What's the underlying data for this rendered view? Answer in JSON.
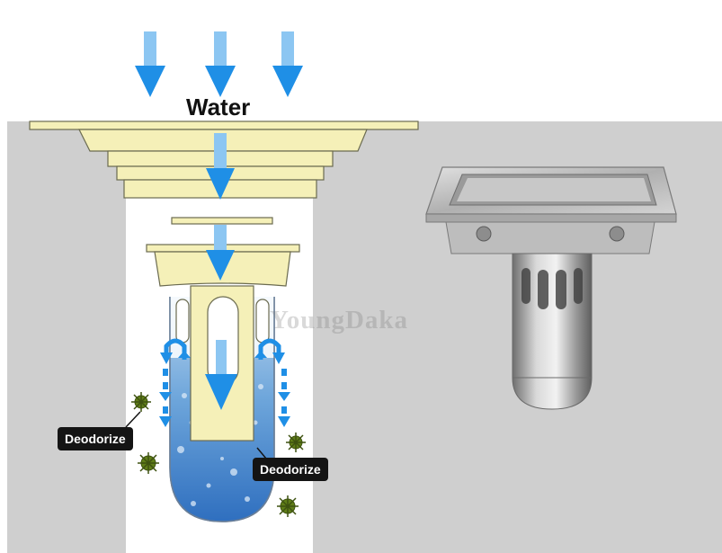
{
  "labels": {
    "water": "Water",
    "deodorize_left": "Deodorize",
    "deodorize_right": "Deodorize"
  },
  "watermark": "YoungDaka",
  "colors": {
    "background_panel": "#cfcfcf",
    "floor_drain_yellow": "#f5f0b8",
    "water_blue": "#3c7dc8",
    "arrow_blue": "#1f8fe6",
    "label_box": "#141414",
    "bacteria_green": "#5f7d18",
    "steel": "#b5b5b5"
  },
  "icons": [
    "down-arrow-icon",
    "u-turn-arrow-icon",
    "bacteria-icon"
  ]
}
